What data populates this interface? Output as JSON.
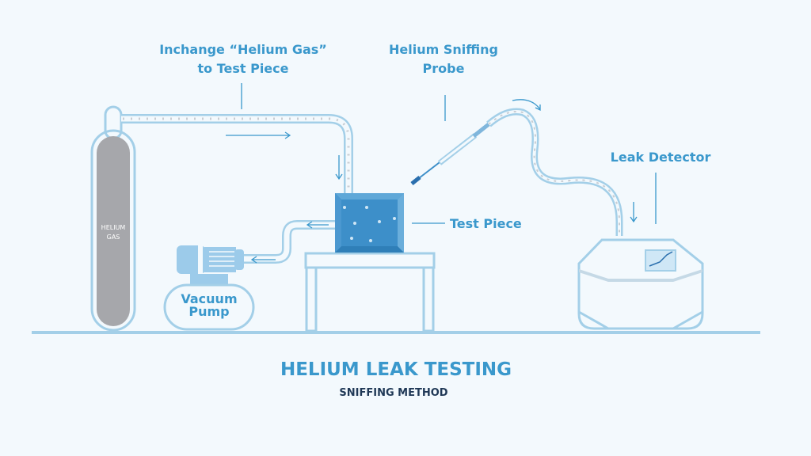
{
  "labels": {
    "inchange_line1": "Inchange “Helium Gas”",
    "inchange_line2": "to Test Piece",
    "probe_line1": "Helium Sniffing",
    "probe_line2": "Probe",
    "leak_detector": "Leak Detector",
    "test_piece": "Test Piece",
    "cylinder_line1": "HELIUM",
    "cylinder_line2": "GAS",
    "pump_line1": "Vacuum",
    "pump_line2": "Pump"
  },
  "title": "HELIUM LEAK TESTING",
  "subtitle": "SNIFFING METHOD",
  "colors": {
    "accent": "#3a98cc",
    "outline": "#a3cfe8",
    "gas": "#a6a7ab",
    "test_piece": "#3d8fc9",
    "subtitle": "#1f3856"
  }
}
